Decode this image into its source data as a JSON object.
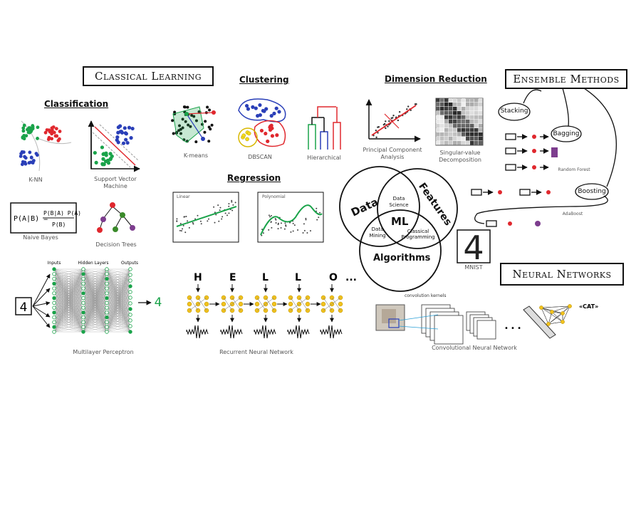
{
  "headers": {
    "classical_learning": "Classical Learning",
    "ensemble_methods": "Ensemble Methods",
    "neural_networks": "Neural Networks"
  },
  "sections": {
    "classification": "Classification",
    "clustering": "Clustering",
    "dimension_reduction": "Dimension Reduction",
    "regression": "Regression"
  },
  "captions": {
    "knn": "K-NN",
    "svm_line1": "Support Vector",
    "svm_line2": "Machine",
    "naive_bayes": "Naive Bayes",
    "decision_trees": "Decision Trees",
    "kmeans": "K-means",
    "dbscan": "DBSCAN",
    "hierarchical": "Hierarchical",
    "pca_line1": "Principal Component",
    "pca_line2": "Analysis",
    "svd_line1": "Singular-value",
    "svd_line2": "Decomposition",
    "random_forest": "Random Forest",
    "adaboost": "AdaBoost",
    "mnist": "MNIST",
    "mlp": "Multilayer Perceptron",
    "rnn": "Recurrent Neural Network",
    "cnn": "Convolutional Neural Network"
  },
  "ensemble_labels": {
    "stacking": "Stacking",
    "bagging": "Bagging",
    "boosting": "Boosting"
  },
  "bayes_formula": {
    "lhs": "P(A|B) =",
    "numerator": "P(B|A) P(A)",
    "denominator": "P(B)"
  },
  "regression_plots": {
    "linear": "Linear",
    "polynomial": "Polynomial"
  },
  "venn": {
    "data": "Data",
    "features": "Features",
    "algorithms": "Algorithms",
    "ml": "ML",
    "data_science_1": "Data",
    "data_science_2": "Science",
    "data_mining_1": "Data",
    "data_mining_2": "Mining",
    "classical_programming_1": "Classical",
    "classical_programming_2": "Programming"
  },
  "mlp": {
    "input_digit": "4",
    "output_digit": "4",
    "inputs_label": "Inputs",
    "hidden_label": "Hidden Layers",
    "outputs_label": "Outputs"
  },
  "rnn_letters": [
    "H",
    "E",
    "L",
    "L",
    "O",
    "..."
  ],
  "cnn": {
    "conv_label": "convolution kernels",
    "output": "«CAT»",
    "dots": "• • •"
  },
  "mnist_digit": "4",
  "colors": {
    "green": "#1aa34a",
    "red": "#e0282e",
    "blue": "#2a3fb8",
    "yellow": "#f2d81c",
    "ink": "#111111",
    "gray": "#8a8a8a"
  }
}
